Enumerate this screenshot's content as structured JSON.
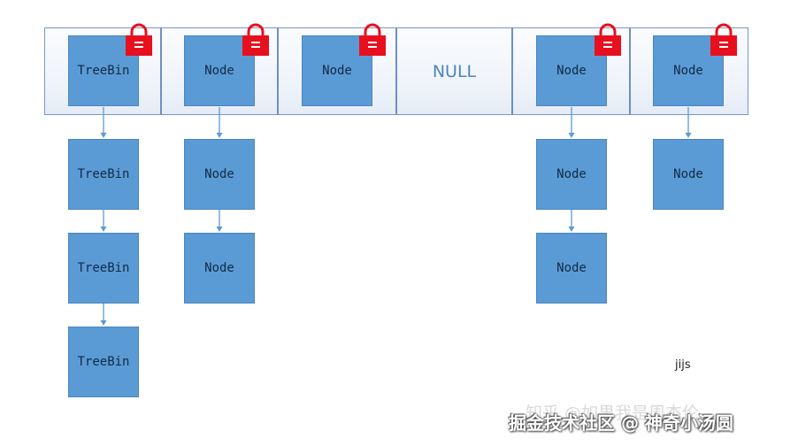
{
  "diagram": {
    "slots": [
      {
        "label": "TreeBin",
        "locked": true,
        "chain": [
          "TreeBin",
          "TreeBin",
          "TreeBin"
        ]
      },
      {
        "label": "Node",
        "locked": true,
        "chain": [
          "Node",
          "Node"
        ]
      },
      {
        "label": "Node",
        "locked": true,
        "chain": []
      },
      {
        "label": "NULL",
        "locked": false,
        "chain": []
      },
      {
        "label": "Node",
        "locked": true,
        "chain": [
          "Node",
          "Node"
        ]
      },
      {
        "label": "Node",
        "locked": true,
        "chain": [
          "Node"
        ]
      }
    ],
    "colors": {
      "node_fill": "#5b9bd5",
      "lock": "#e8101e",
      "table_border": "#7b96c4",
      "arrow": "#5b9bd5"
    }
  },
  "author_label": "jijs",
  "watermark": {
    "zhihu": "知乎 @如果我是周杰伦",
    "juejin": "掘金技术社区 @ 神奇小汤圆"
  }
}
